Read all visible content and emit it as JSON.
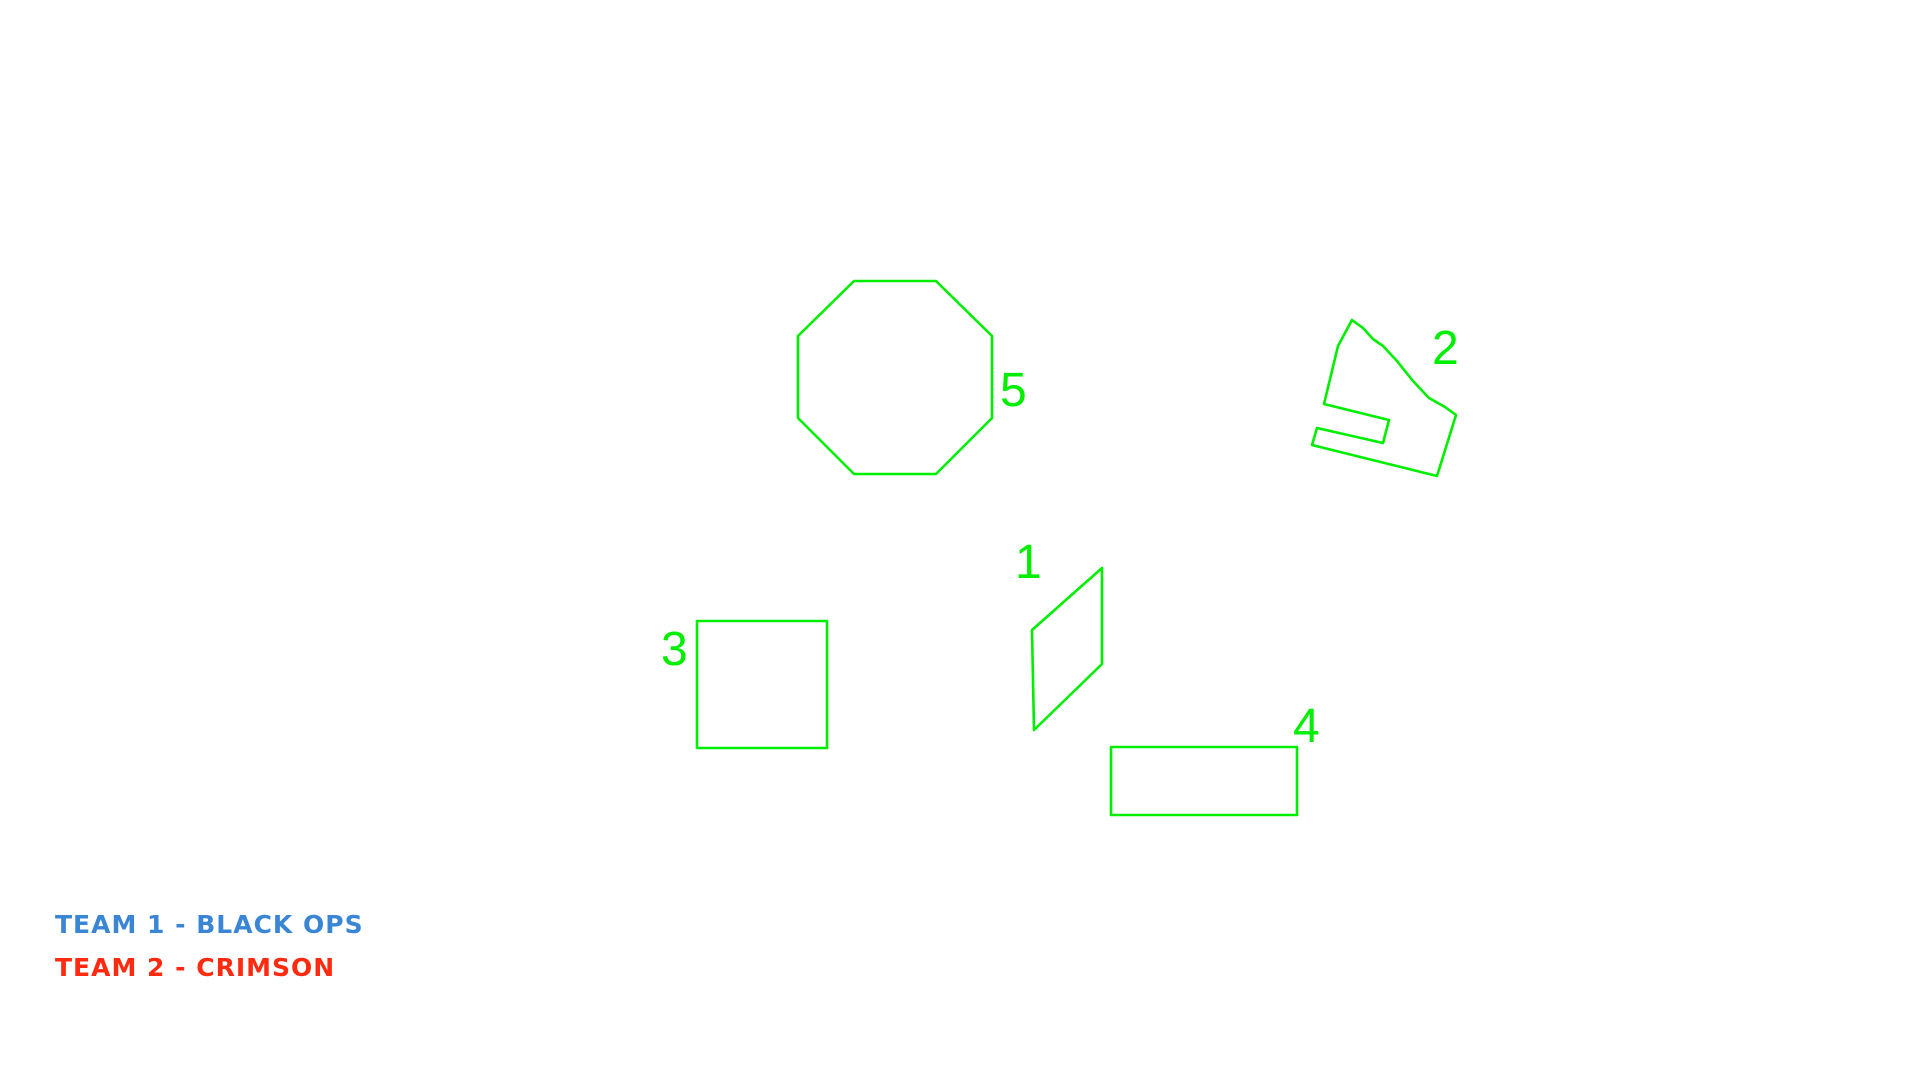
{
  "colors": {
    "background": "#ffffff",
    "zone_outline": "#00ee00",
    "team_1": "#3a86d4",
    "team_2": "#ff2a10"
  },
  "zones": [
    {
      "id": "1",
      "shape": "parallelogram",
      "label": "1"
    },
    {
      "id": "2",
      "shape": "irregular-polygon",
      "label": "2"
    },
    {
      "id": "3",
      "shape": "square",
      "label": "3"
    },
    {
      "id": "4",
      "shape": "rectangle",
      "label": "4"
    },
    {
      "id": "5",
      "shape": "octagon",
      "label": "5"
    }
  ],
  "teams": [
    {
      "label": "TEAM 1 - BLACK OPS"
    },
    {
      "label": "TEAM 2 - CRIMSON"
    }
  ]
}
